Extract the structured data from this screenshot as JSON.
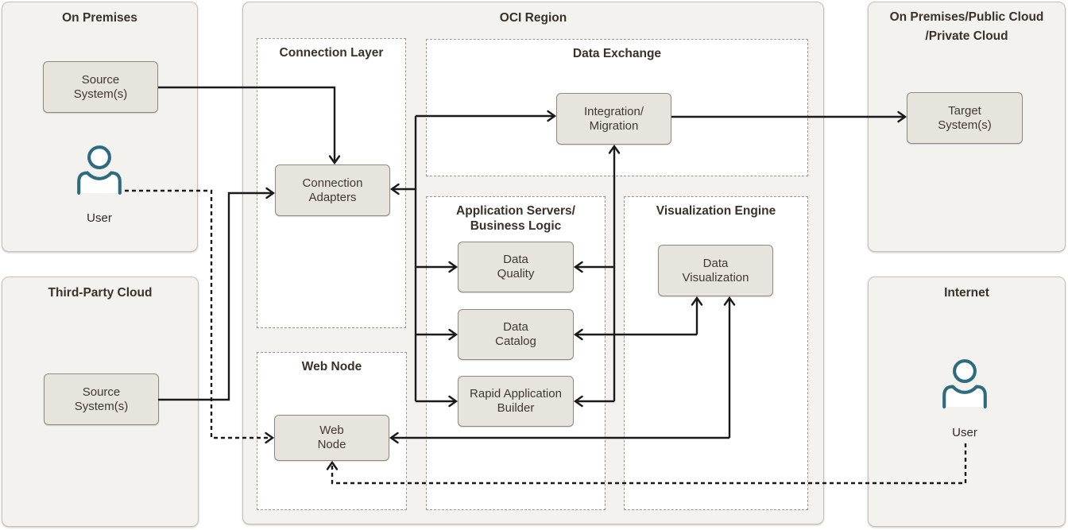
{
  "containers": {
    "on_premises": "On Premises",
    "third_party": "Third-Party Cloud",
    "oci": "OCI Region",
    "target_cloud": "On Premises/Public Cloud\n/Private Cloud",
    "internet": "Internet"
  },
  "sections": {
    "connection_layer": "Connection Layer",
    "data_exchange": "Data Exchange",
    "app_servers": "Application Servers/\nBusiness Logic",
    "viz_engine": "Visualization Engine",
    "web_node": "Web Node"
  },
  "nodes": {
    "source_onprem": "Source\nSystem(s)",
    "source_thirdparty": "Source\nSystem(s)",
    "connection_adapters": "Connection\nAdapters",
    "integration_migration": "Integration/\nMigration",
    "data_quality": "Data\nQuality",
    "data_catalog": "Data\nCatalog",
    "rapid_app_builder": "Rapid Application\nBuilder",
    "data_visualization": "Data\nVisualization",
    "web_node": "Web\nNode",
    "target_systems": "Target\nSystem(s)"
  },
  "labels": {
    "user_onprem": "User",
    "user_internet": "User"
  },
  "icons": {
    "user_onprem": "user-icon",
    "user_internet": "user-icon"
  },
  "colors": {
    "node_fill": "#e7e4de",
    "node_border": "#8e8a82",
    "container_fill": "#f4f2ef",
    "container_border": "#c6c2bb",
    "section_border": "#9b968f",
    "wire": "#1a1a1a",
    "user_icon": "#2d6b80",
    "text": "#39322b"
  },
  "connections": [
    {
      "from": "source_onprem",
      "to": "connection_adapters",
      "style": "solid"
    },
    {
      "from": "source_thirdparty",
      "to": "connection_adapters",
      "style": "solid"
    },
    {
      "from": "connection_adapters_bus",
      "to": [
        "integration_migration",
        "connection_adapters",
        "data_quality",
        "data_catalog",
        "rapid_app_builder"
      ],
      "style": "solid"
    },
    {
      "from": "app_logic_bus",
      "to": [
        "integration_migration",
        "data_quality",
        "rapid_app_builder"
      ],
      "style": "solid"
    },
    {
      "from": "data_catalog",
      "to": "data_visualization",
      "style": "solid",
      "bidirectional": true
    },
    {
      "from": "integration_migration",
      "to": "target_systems",
      "style": "solid"
    },
    {
      "from": "web_node",
      "to": "data_visualization",
      "style": "solid",
      "bidirectional": true
    },
    {
      "from": "user_onprem",
      "to": "web_node",
      "style": "dashed"
    },
    {
      "from": "user_internet",
      "to": "web_node",
      "style": "dashed"
    }
  ]
}
